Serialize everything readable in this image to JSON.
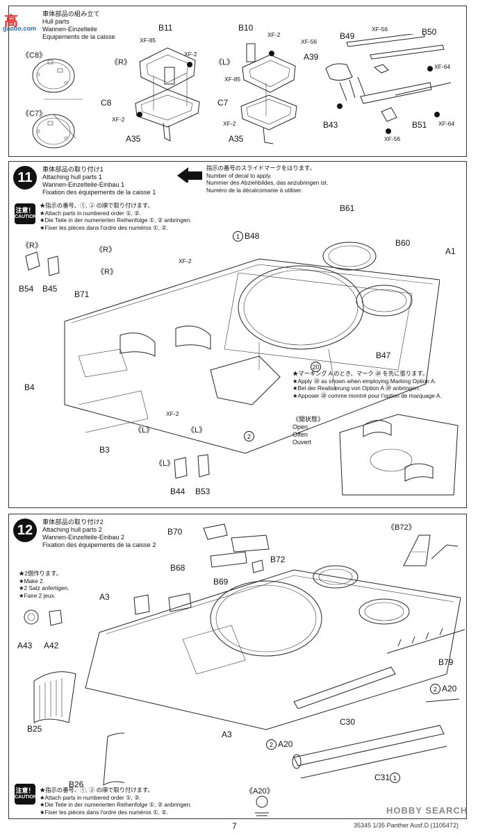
{
  "step10": {
    "title": [
      "車体部品の組み立て",
      "Hull parts",
      "Wannen-Einzelteile",
      "Equipements de la caisse"
    ],
    "sides": {
      "c8": "《C8》",
      "c7": "《C7》",
      "r": "《R》",
      "l": "《L》"
    },
    "labels": {
      "b11": "B11",
      "b10": "B10",
      "b49": "B49",
      "b50": "B50",
      "a39": "A39",
      "c8": "C8",
      "c7": "C7",
      "a35a": "A35",
      "a35b": "A35",
      "b43": "B43",
      "b51": "B51"
    },
    "paints": {
      "xf85a": "XF-85",
      "xf2a": "XF-2",
      "xf2b": "XF-2",
      "xf85b": "XF-85",
      "xf2c": "XF-2",
      "xf2d": "XF-2",
      "xf56a": "XF-56",
      "xf56b": "XF-56",
      "xf64a": "XF-64",
      "xf64b": "XF-64",
      "xf56c": "XF-56"
    }
  },
  "step11": {
    "num": "11",
    "title": [
      "車体部品の取り付け1",
      "Attaching hull parts 1",
      "Wannen-Einzelteile-Einbau 1",
      "Fixation des équipements de la caisse 1"
    ],
    "decal_note": [
      "指示の番号のスライドマークをはります。",
      "Number of decal to apply.",
      "Nummer des Abziehbildes, das anzubringen ist.",
      "Numéro de la décalcomanie à utiliser."
    ],
    "caution": {
      "jp": "注意！",
      "en": "CAUTION"
    },
    "order_note": [
      "★指示の番号、①, ② の順で取り付けます。",
      "★Attach parts in numbered order ①, ②.",
      "★Die Teile in der numerierten Reihenfolge ①, ② anbringen.",
      "★Fixer les pièces dans l'ordre des numéros ①, ②."
    ],
    "marking_note": [
      "★マーキング A のとき、マーク ⑳ を先に張ります。",
      "★Apply ⑳ as shown when employing Marking Option A.",
      "★Bei der Realisierung von Option A ⑳ anbringen.",
      "★Apposer ⑳ comme montré pour l'option de marquage A."
    ],
    "open": [
      "《開状態》",
      "Open",
      "Offen",
      "Ouvert"
    ],
    "sides": {
      "r1": "《R》",
      "r2": "《R》",
      "r3": "《R》",
      "l1": "《L》",
      "l2": "《L》",
      "l3": "《L》"
    },
    "labels": {
      "b61": "B61",
      "b48": "B48",
      "b60": "B60",
      "a1": "A1",
      "b54": "B54",
      "b45": "B45",
      "b71": "B71",
      "b47": "B47",
      "b4": "B4",
      "b3": "B3",
      "b44": "B44",
      "b53": "B53"
    },
    "circled": {
      "one": "1",
      "two": "2",
      "twenty": "20"
    },
    "paints": {
      "xf2a": "XF-2",
      "xf2b": "XF-2"
    }
  },
  "step12": {
    "num": "12",
    "title": [
      "車体部品の取り付け2",
      "Attaching hull parts 2",
      "Wannen-Einzelteile-Einbau 2",
      "Fixation des équipements de la caisse 2"
    ],
    "make2": [
      "★2個作ります。",
      "★Make 2.",
      "★2 Satz anfertigen.",
      "★Faire 2 jeux."
    ],
    "caution": {
      "jp": "注意！",
      "en": "CAUTION"
    },
    "order_note": [
      "★指示の番号、①, ② の順で取り付けます。",
      "★Attach parts in numbered order ①, ②.",
      "★Die Teile in der numerierten Reihenfolge ①, ② anbringen.",
      "★Fixer les pièces dans l'ordre des numéros ①, ②."
    ],
    "sides": {
      "b72": "《B72》",
      "a20": "《A20》"
    },
    "labels": {
      "b70": "B70",
      "b72": "B72",
      "b68": "B68",
      "b69": "B69",
      "a3a": "A3",
      "a43": "A43",
      "a42": "A42",
      "b79": "B79",
      "a20a": "A20",
      "c30": "C30",
      "b25": "B25",
      "a20b": "A20",
      "a3b": "A3",
      "b26": "B26",
      "c31": "C31"
    },
    "circled": {
      "two_a": "2",
      "two_b": "2",
      "one": "1"
    }
  },
  "footer": {
    "page": "7",
    "code": "35345  1/35 Panther Ausf.D (1105472)"
  },
  "watermarks": {
    "hobby": "HOBBY SEARCH",
    "site": "gaobo.com",
    "kanji": "高"
  }
}
